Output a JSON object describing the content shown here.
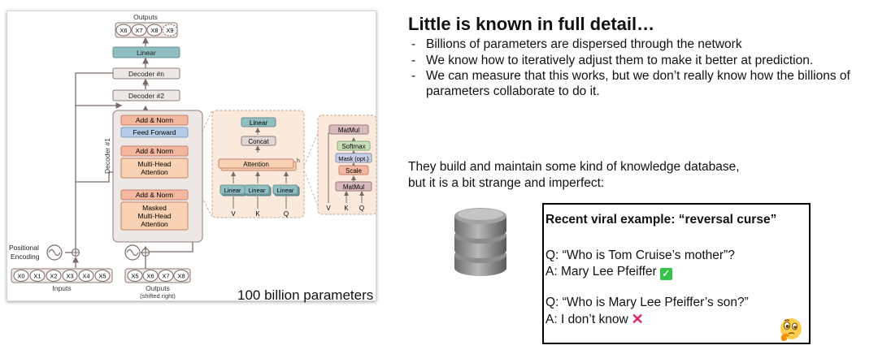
{
  "diagram": {
    "outputs_label": "Outputs",
    "output_tokens": [
      "X6",
      "X7",
      "X8",
      "X9"
    ],
    "linear_label": "Linear",
    "decoder_n_label": "Decoder #n",
    "dots_label": "...",
    "decoder_2_label": "Decoder #2",
    "decoder_1_label": "Decoder #1",
    "add_norm_label": "Add & Norm",
    "feed_forward_label": "Feed Forward",
    "mha_line1": "Multi-Head",
    "mha_line2": "Attention",
    "masked_line1": "Masked",
    "masked_line2": "Multi-Head",
    "masked_line3": "Attention",
    "positional_line1": "Positional",
    "positional_line2": "Encoding",
    "input_tokens": [
      "X0",
      "X1",
      "X2",
      "X3",
      "X4",
      "X5"
    ],
    "inputs_label": "Inputs",
    "shifted_tokens": [
      "X5",
      "X6",
      "X7",
      "X8"
    ],
    "shifted_label1": "Outputs",
    "shifted_label2": "(shifted right)",
    "mha_detail": {
      "linear_top": "Linear",
      "concat": "Concat",
      "attention": "Attention",
      "h": "h",
      "linear_heads": [
        "Linear",
        "Linear",
        "Linear"
      ],
      "vkq": [
        "V",
        "K",
        "Q"
      ]
    },
    "attention_detail": {
      "matmul_top": "MatMul",
      "softmax": "Softmax",
      "mask": "Mask (opt.)",
      "scale": "Scale",
      "matmul_bottom": "MatMul",
      "vkq": [
        "V",
        "K",
        "Q"
      ]
    },
    "caption": "100 billion parameters"
  },
  "headline": "Little is known in full detail…",
  "bullets": [
    "Billions of parameters are dispersed through the network",
    "We know how to iteratively adjust them to make it better at prediction.",
    "We can measure that this works, but we don’t really know how the billions of parameters collaborate to do it."
  ],
  "bullet_marker": "-",
  "knowledge_text": "They build and maintain some kind of knowledge database, but it is a bit strange and imperfect:",
  "example": {
    "title": "Recent viral example: “reversal curse”",
    "q1": "Q: “Who is Tom Cruise’s mother”?",
    "a1": "A: Mary Lee Pfeiffer",
    "a1_mark": "✓",
    "q2": "Q: “Who is Mary Lee Pfeiffer’s son?”",
    "a2": "A: I don’t know",
    "a2_mark": "✕"
  },
  "icons": {
    "database": "database-icon",
    "check": "check-mark-icon",
    "cross": "cross-mark-icon",
    "thinking": "thinking-face-icon"
  },
  "colors": {
    "linear": "#8fbfc2",
    "add_norm": "#f4b8a0",
    "feed_forward": "#b6cde9",
    "attention": "#f8d2b3",
    "decoder_box": "#ede8e6",
    "concat": "#e1d6d3",
    "softmax": "#c7dfb8",
    "mask": "#c9cfe5",
    "matmul": "#d7b9be",
    "detail_panel": "#fbeadb",
    "check": "#34c24a",
    "cross": "#e0245e"
  }
}
